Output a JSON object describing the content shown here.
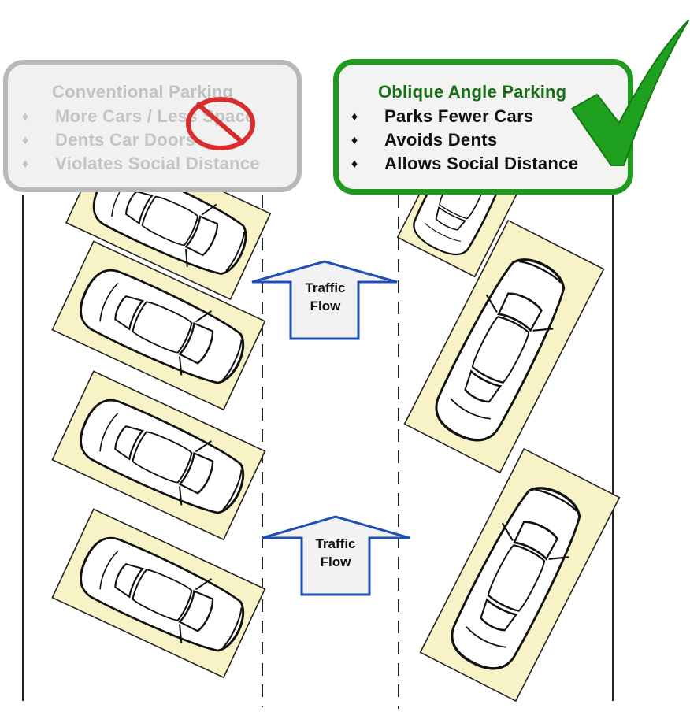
{
  "conventional": {
    "title": "Conventional Parking",
    "items": [
      "More Cars / Less Space",
      "Dents Car Doors",
      "Violates Social Distance"
    ],
    "bullet": "♦",
    "rejected_icon": "prohibition-icon"
  },
  "oblique": {
    "title": "Oblique Angle Parking",
    "items": [
      "Parks Fewer Cars",
      "Avoids Dents",
      "Allows Social Distance"
    ],
    "bullet": "♦",
    "approved_icon": "checkmark-icon"
  },
  "traffic_flow": [
    {
      "line1": "Traffic",
      "line2": "Flow"
    },
    {
      "line1": "Traffic",
      "line2": "Flow"
    }
  ],
  "colors": {
    "approved_green": "#1e9a1e",
    "title_green": "#176e17",
    "rejected_red": "#d82d2d",
    "muted_gray": "#c2c2c2",
    "stall_yellow": "#f7f3c6",
    "arrow_blue": "#1f4fb5"
  }
}
